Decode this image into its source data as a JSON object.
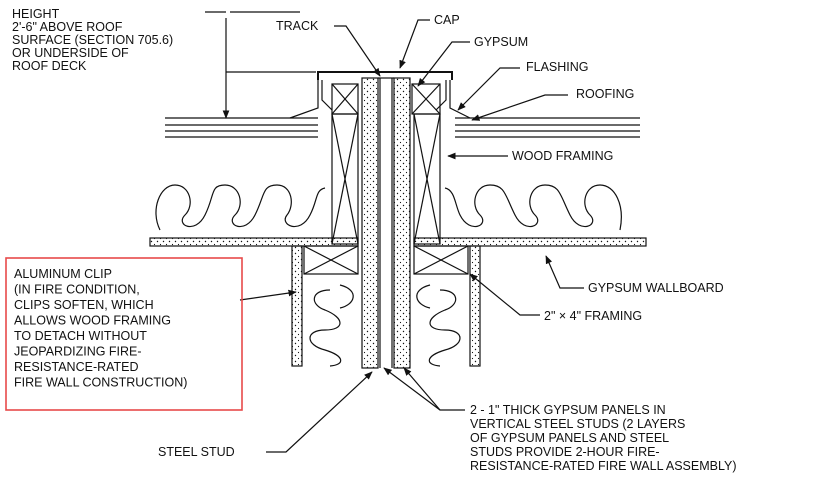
{
  "labels": {
    "height": [
      "HEIGHT",
      "2'-6\" ABOVE ROOF",
      "SURFACE (SECTION 705.6)",
      "OR UNDERSIDE OF",
      "ROOF DECK"
    ],
    "track": "TRACK",
    "cap": "CAP",
    "gypsum": "GYPSUM",
    "flashing": "FLASHING",
    "roofing": "ROOFING",
    "wood_framing": "WOOD FRAMING",
    "gypsum_wallboard": "GYPSUM WALLBOARD",
    "framing_2x4": "2\" × 4\" FRAMING",
    "aluminum_clip": [
      "ALUMINUM CLIP",
      "(IN FIRE CONDITION,",
      "CLIPS SOFTEN, WHICH",
      "ALLOWS WOOD FRAMING",
      "TO DETACH WITHOUT",
      "JEOPARDIZING FIRE-",
      "RESISTANCE-RATED",
      "FIRE WALL CONSTRUCTION)"
    ],
    "steel_stud": "STEEL STUD",
    "gypsum_panels": [
      "2 - 1\" THICK GYPSUM PANELS IN",
      "VERTICAL STEEL STUDS (2 LAYERS",
      "OF GYPSUM PANELS AND STEEL",
      "STUDS PROVIDE 2-HOUR FIRE-",
      "RESISTANCE-RATED FIRE WALL ASSEMBLY)"
    ]
  },
  "colors": {
    "line": "#111111",
    "highlight": "#e84a4a"
  }
}
